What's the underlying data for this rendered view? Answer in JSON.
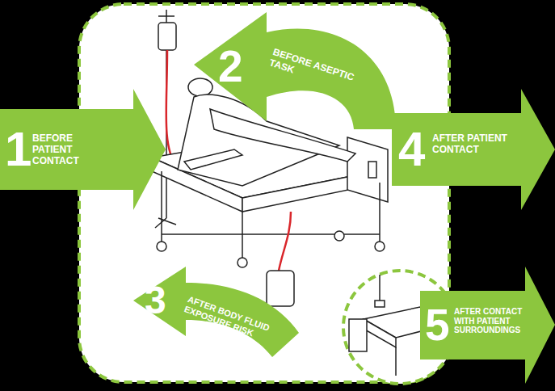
{
  "diagram": {
    "nodes": [
      {
        "text": [
          "1",
          "BEFORE PATIENT CONTACT"
        ]
      },
      {
        "text": [
          "2",
          "BEFORE ASEPTIC TASK"
        ]
      },
      {
        "text": [
          "3",
          "AFTER BODY FLUID EXPOSURE RISK"
        ]
      },
      {
        "text": [
          "4",
          "AFTER PATIENT CONTACT"
        ]
      },
      {
        "text": [
          "5",
          "AFTER CONTACT WITH PATIENT SURROUNDINGS"
        ]
      }
    ]
  }
}
